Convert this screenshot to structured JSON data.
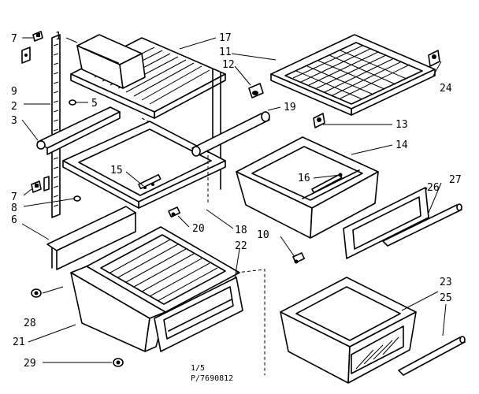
{
  "callouts": [
    {
      "id": "c1",
      "text": "1"
    },
    {
      "id": "c2",
      "text": "2"
    },
    {
      "id": "c3",
      "text": "3"
    },
    {
      "id": "c5",
      "text": "5"
    },
    {
      "id": "c6",
      "text": "6"
    },
    {
      "id": "c7a",
      "text": "7"
    },
    {
      "id": "c7b",
      "text": "7"
    },
    {
      "id": "c8",
      "text": "8"
    },
    {
      "id": "c9",
      "text": "9"
    },
    {
      "id": "c10",
      "text": "10"
    },
    {
      "id": "c11",
      "text": "11"
    },
    {
      "id": "c12",
      "text": "12"
    },
    {
      "id": "c13",
      "text": "13"
    },
    {
      "id": "c14",
      "text": "14"
    },
    {
      "id": "c15",
      "text": "15"
    },
    {
      "id": "c16",
      "text": "16"
    },
    {
      "id": "c17",
      "text": "17"
    },
    {
      "id": "c18",
      "text": "18"
    },
    {
      "id": "c19",
      "text": "19"
    },
    {
      "id": "c20",
      "text": "20"
    },
    {
      "id": "c21",
      "text": "21"
    },
    {
      "id": "c22",
      "text": "22"
    },
    {
      "id": "c23",
      "text": "23"
    },
    {
      "id": "c24",
      "text": "24"
    },
    {
      "id": "c25",
      "text": "25"
    },
    {
      "id": "c26",
      "text": "26"
    },
    {
      "id": "c27",
      "text": "27"
    },
    {
      "id": "c28",
      "text": "28"
    },
    {
      "id": "c29",
      "text": "29"
    }
  ],
  "footer": {
    "sheet": "1/5",
    "part_number": "P/7690812"
  }
}
